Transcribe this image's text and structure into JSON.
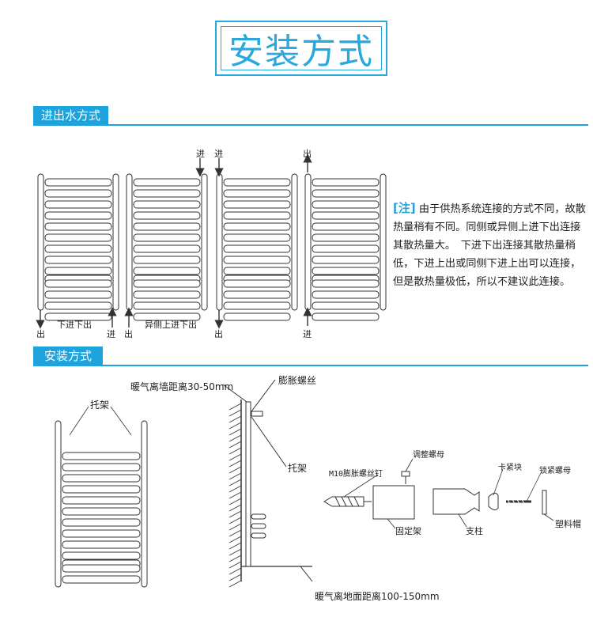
{
  "title": "安装方式",
  "section1": {
    "title": "进出水方式"
  },
  "section2": {
    "title": "安装方式"
  },
  "connections": [
    {
      "caption": "下进下出",
      "top_left": "",
      "top_right": "",
      "bottom_left": "出",
      "bottom_right": "进"
    },
    {
      "caption": "异侧上进下出",
      "top_left": "",
      "top_right": "进",
      "bottom_left": "出",
      "bottom_right": ""
    },
    {
      "caption": "",
      "top_left": "进",
      "top_right": "",
      "bottom_left": "出",
      "bottom_right": ""
    },
    {
      "caption": "",
      "top_left": "出",
      "top_right": "",
      "bottom_left": "进",
      "bottom_right": ""
    }
  ],
  "note": {
    "tag": "[注]",
    "text": "由于供热系统连接的方式不同，故散热量稍有不同。同侧或异侧上进下出连接其散热量大。　下进下出连接其散热量稍低，下进上出或同侧下进上出可以连接，但是散热量极低，所以不建议此连接。"
  },
  "install": {
    "bracket_label": "托架",
    "wall_distance": "暖气离墙距离30-50mm",
    "expansion_screw": "膨胀螺丝",
    "side_bracket": "托架",
    "floor_distance": "暖气离地面距离100-150mm",
    "parts": {
      "adjust_nut": "调整螺母",
      "m10_screw": "M10膨胀螺丝钉",
      "clamp_block": "卡紧块",
      "lock_nut": "锁紧螺母",
      "fixed_frame": "固定架",
      "post": "支柱",
      "plastic_cap": "塑料帽"
    }
  }
}
